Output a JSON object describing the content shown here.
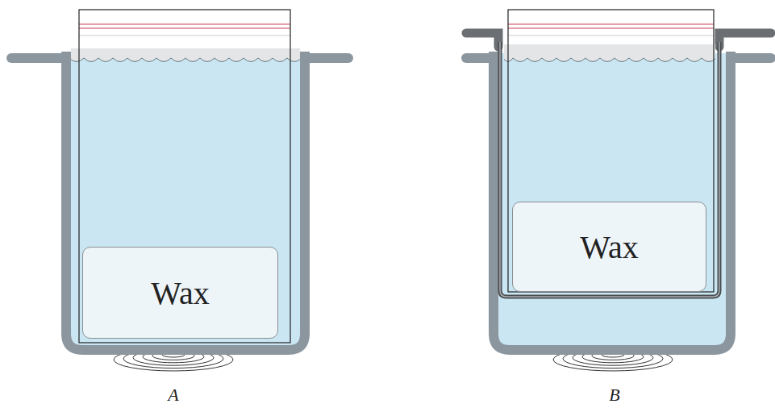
{
  "diagram": {
    "nodes": [
      {
        "text": [
          "Wax"
        ]
      },
      {
        "text": [
          "Wax"
        ]
      }
    ],
    "labels": [
      "A",
      "B"
    ]
  }
}
